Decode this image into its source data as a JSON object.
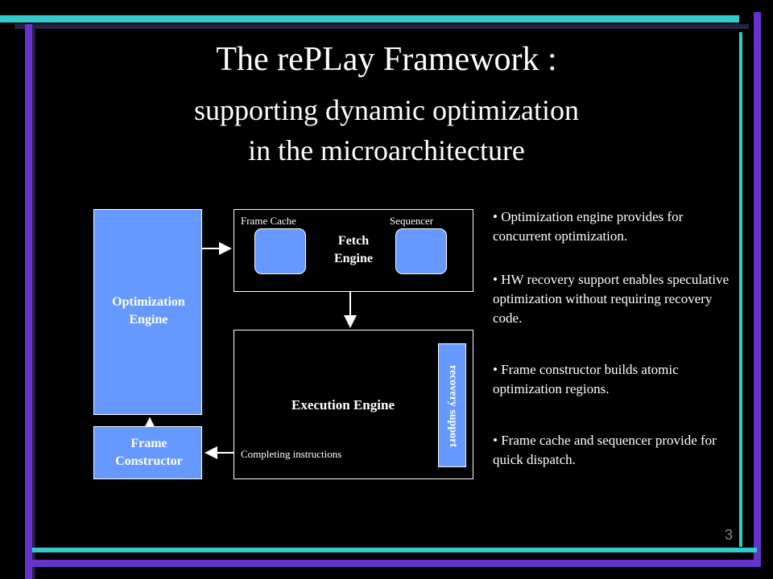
{
  "slide": {
    "title_line1": "The rePLay Framework :",
    "title_line2": "supporting dynamic optimization",
    "title_line3": "in the microarchitecture",
    "page_number": "3"
  },
  "diagram": {
    "optimization_engine": "Optimization Engine",
    "frame_constructor": "Frame Constructor",
    "frame_cache_label": "Frame Cache",
    "sequencer_label": "Sequencer",
    "fetch_engine": "Fetch Engine",
    "execution_engine": "Execution Engine",
    "recovery_support": "recovery support",
    "completing_instructions": "Completing instructions"
  },
  "bullets": [
    "• Optimization engine provides for concurrent optimization.",
    "• HW recovery support enables speculative optimization without requiring recovery code.",
    "• Frame constructor builds atomic optimization regions.",
    "• Frame cache and sequencer provide for quick dispatch."
  ],
  "colors": {
    "background": "#000000",
    "box_fill": "#6699ff",
    "accent_cyan": "#33cccc",
    "accent_purple": "#6633cc"
  }
}
